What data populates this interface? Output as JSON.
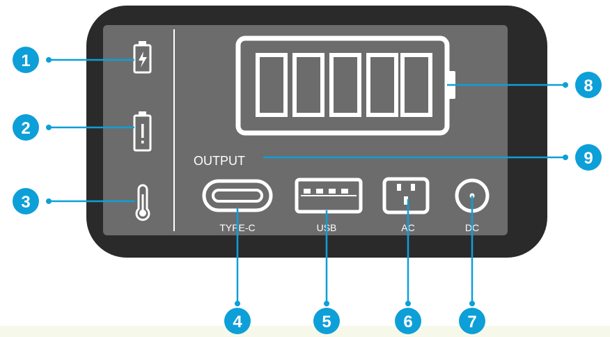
{
  "display": {
    "output_label": "OUTPUT",
    "battery_segments": 5,
    "status_icons": [
      "charging-battery-icon",
      "battery-warning-icon",
      "thermometer-icon"
    ],
    "ports": [
      {
        "label": "TYPE-C",
        "icon": "usb-c-port-icon"
      },
      {
        "label": "USB",
        "icon": "usb-a-port-icon"
      },
      {
        "label": "AC",
        "icon": "ac-outlet-icon"
      },
      {
        "label": "DC",
        "icon": "dc-port-icon"
      }
    ]
  },
  "callouts": [
    {
      "number": "1",
      "target": "charging-battery-icon"
    },
    {
      "number": "2",
      "target": "battery-warning-icon"
    },
    {
      "number": "3",
      "target": "thermometer-icon"
    },
    {
      "number": "4",
      "target": "usb-c-port-icon"
    },
    {
      "number": "5",
      "target": "usb-a-port-icon"
    },
    {
      "number": "6",
      "target": "ac-outlet-icon"
    },
    {
      "number": "7",
      "target": "dc-port-icon"
    },
    {
      "number": "8",
      "target": "battery-level-indicator"
    },
    {
      "number": "9",
      "target": "output-label"
    }
  ],
  "colors": {
    "bezel": "#2a2a2a",
    "screen": "#6c6c6c",
    "icon": "#ffffff",
    "callout": "#0d9fd8",
    "leader": "#0d9fd8"
  }
}
